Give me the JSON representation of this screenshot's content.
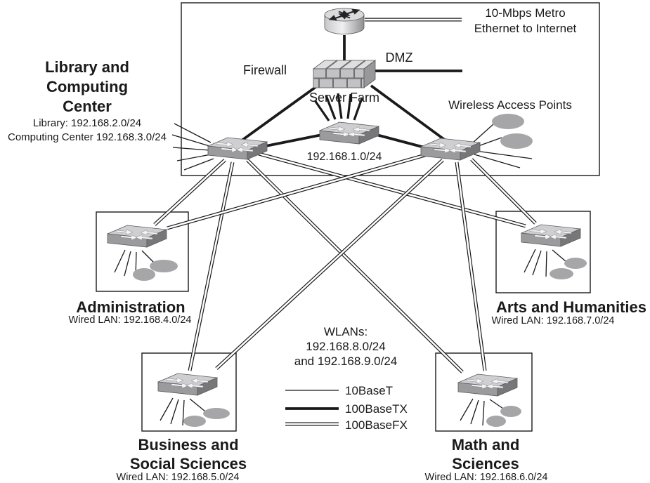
{
  "colors": {
    "line": "#1a1a1a",
    "switch_top": "#cfcfd1",
    "switch_front": "#9b9b9d",
    "switch_side": "#77777a",
    "node_gray": "#a6a6a8",
    "background": "#ffffff"
  },
  "internet": {
    "line1": "10-Mbps Metro",
    "line2": "Ethernet to Internet"
  },
  "core": {
    "firewall_label": "Firewall",
    "dmz_label": "DMZ",
    "server_farm_label": "Server Farm",
    "server_subnet": "192.168.1.0/24",
    "wireless_label": "Wireless Access Points"
  },
  "campus": {
    "title_lines": [
      "Library and",
      "Computing",
      "Center"
    ],
    "subnets": [
      "Library: 192.168.2.0/24",
      "Computing Center 192.168.3.0/24"
    ]
  },
  "buildings": [
    {
      "id": "administration",
      "title_lines": [
        "Administration"
      ],
      "subnet": "Wired LAN: 192.168.4.0/24"
    },
    {
      "id": "arts-humanities",
      "title_lines": [
        "Arts and Humanities"
      ],
      "subnet": "Wired LAN: 192.168.7.0/24"
    },
    {
      "id": "business-social-sciences",
      "title_lines": [
        "Business and",
        "Social Sciences"
      ],
      "subnet": "Wired LAN: 192.168.5.0/24"
    },
    {
      "id": "math-sciences",
      "title_lines": [
        "Math and",
        "Sciences"
      ],
      "subnet": "Wired LAN: 192.168.6.0/24"
    }
  ],
  "wlans": {
    "lines": [
      "WLANs:",
      "192.168.8.0/24",
      "and 192.168.9.0/24"
    ]
  },
  "legend": {
    "items": [
      {
        "label": "10BaseT",
        "style": "thin"
      },
      {
        "label": "100BaseTX",
        "style": "thick"
      },
      {
        "label": "100BaseFX",
        "style": "double"
      }
    ]
  },
  "diagram": {
    "devices": [
      {
        "id": "internet-router",
        "type": "router"
      },
      {
        "id": "firewall",
        "type": "firewall"
      },
      {
        "id": "server-farm-switch",
        "type": "switch"
      },
      {
        "id": "core-left-switch",
        "type": "switch"
      },
      {
        "id": "core-right-switch",
        "type": "switch"
      },
      {
        "id": "administration-switch",
        "type": "switch"
      },
      {
        "id": "arts-switch",
        "type": "switch"
      },
      {
        "id": "business-switch",
        "type": "switch"
      },
      {
        "id": "math-switch",
        "type": "switch"
      }
    ],
    "links": [
      {
        "id": "router-internet",
        "style": "double"
      },
      {
        "id": "router-firewall",
        "style": "thick"
      },
      {
        "id": "firewall-dmz",
        "style": "thick"
      },
      {
        "id": "firewall-core-left",
        "style": "thick"
      },
      {
        "id": "firewall-core-right",
        "style": "thick"
      },
      {
        "id": "server-switch-core-left",
        "style": "thick"
      },
      {
        "id": "server-switch-core-right",
        "style": "thick"
      },
      {
        "id": "core-left-administration",
        "style": "double"
      },
      {
        "id": "core-left-business",
        "style": "double"
      },
      {
        "id": "core-left-math",
        "style": "double"
      },
      {
        "id": "core-left-arts",
        "style": "double"
      },
      {
        "id": "core-right-administration",
        "style": "double"
      },
      {
        "id": "core-right-arts",
        "style": "double"
      },
      {
        "id": "core-right-math",
        "style": "double"
      },
      {
        "id": "core-right-business",
        "style": "double"
      }
    ]
  }
}
